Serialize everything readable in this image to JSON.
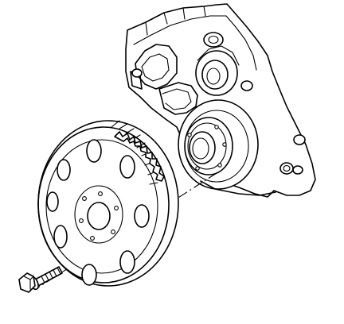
{
  "diagram": {
    "parts": [
      {
        "id": "rear-crankshaft-seal-housing"
      },
      {
        "id": "crankshaft-flange"
      },
      {
        "id": "flywheel"
      },
      {
        "id": "flywheel-bolt"
      }
    ],
    "colors": {
      "line": "#000000",
      "background": "#ffffff"
    }
  }
}
